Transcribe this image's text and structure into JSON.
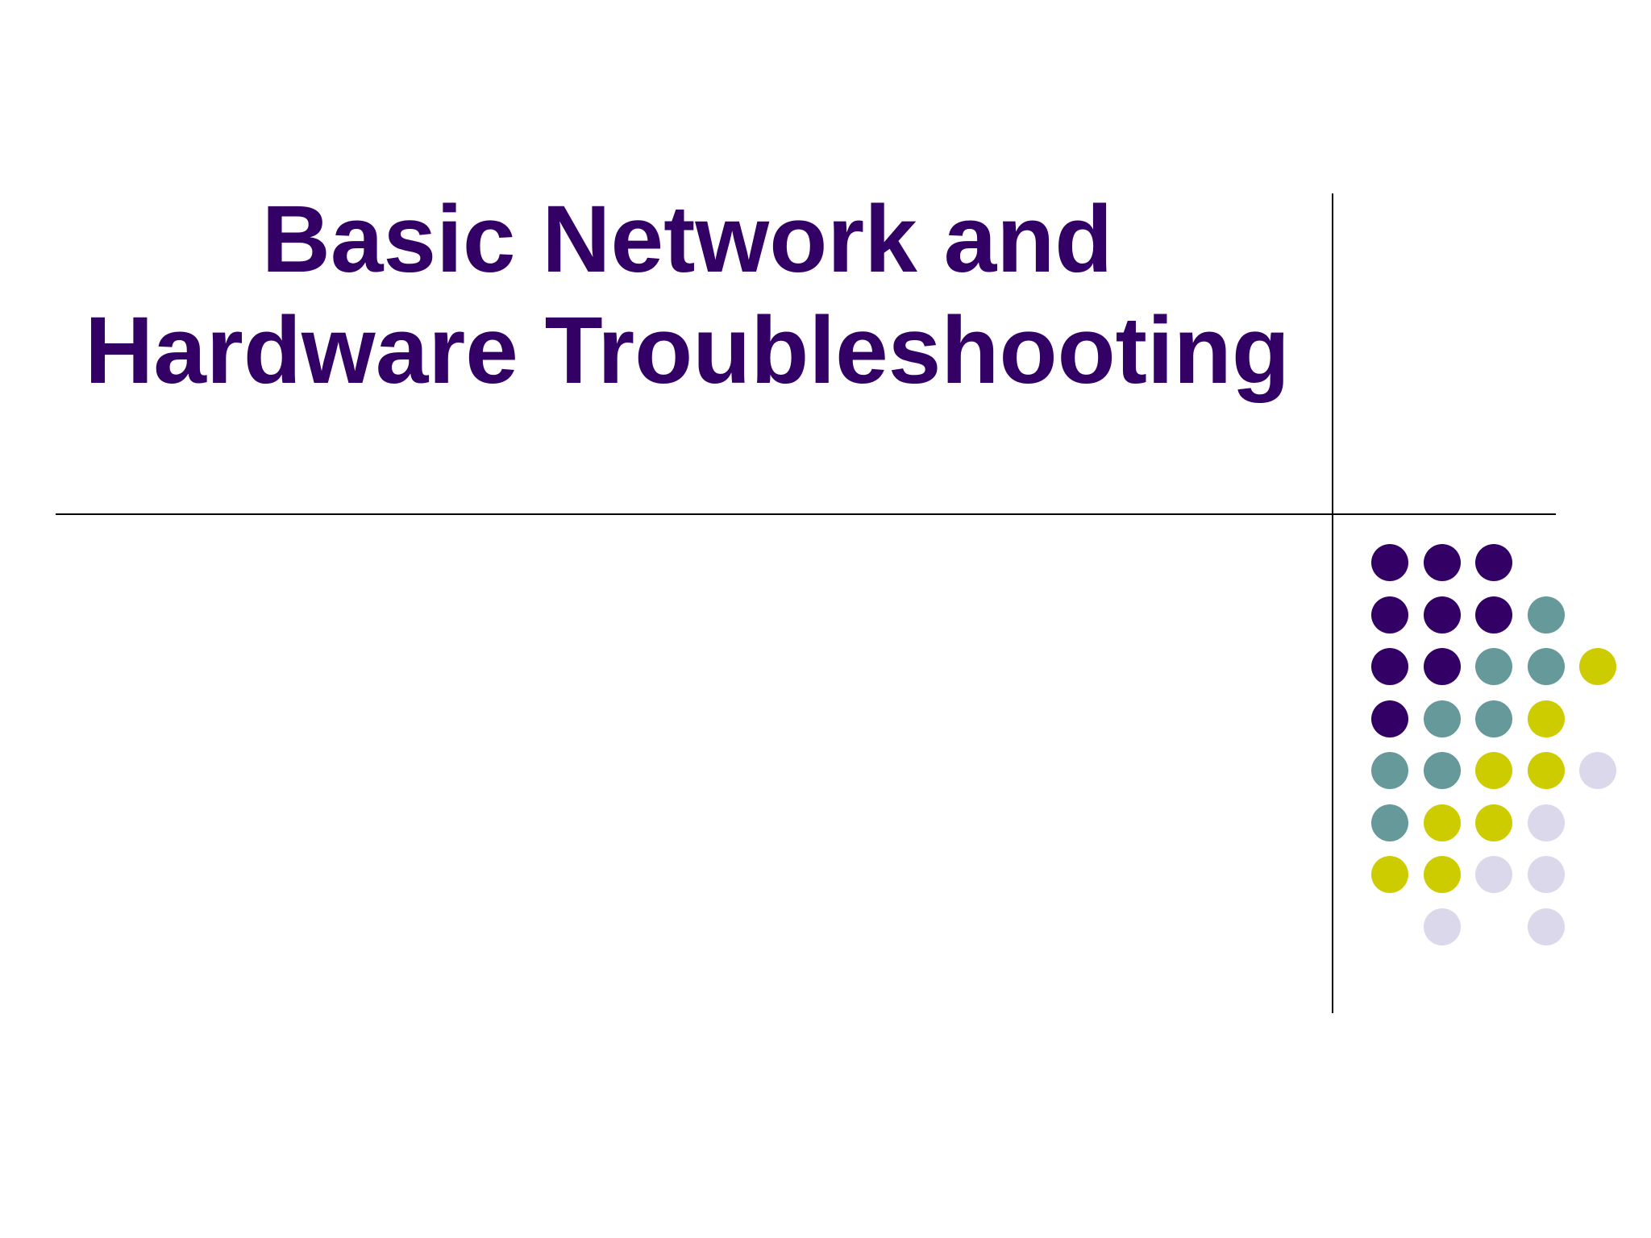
{
  "slide": {
    "title_lines": [
      "Basic Network and",
      "Hardware Troubleshooting"
    ]
  },
  "colors": {
    "title": "#330066",
    "rule": "#000000",
    "background": "#ffffff",
    "dot_palette": {
      "purple": "#330066",
      "teal": "#669999",
      "yellow": "#cccc00",
      "lavender": "#dcd8ec"
    }
  },
  "decoration": {
    "dot_grid": [
      [
        "purple",
        "purple",
        "purple",
        null,
        null
      ],
      [
        "purple",
        "purple",
        "purple",
        "teal",
        null
      ],
      [
        "purple",
        "purple",
        "teal",
        "teal",
        "yellow"
      ],
      [
        "purple",
        "teal",
        "teal",
        "yellow",
        null
      ],
      [
        "teal",
        "teal",
        "yellow",
        "yellow",
        "lavender"
      ],
      [
        "teal",
        "yellow",
        "yellow",
        "lavender",
        null
      ],
      [
        "yellow",
        "yellow",
        "lavender",
        "lavender",
        null
      ],
      [
        null,
        "lavender",
        null,
        "lavender",
        null
      ]
    ]
  }
}
